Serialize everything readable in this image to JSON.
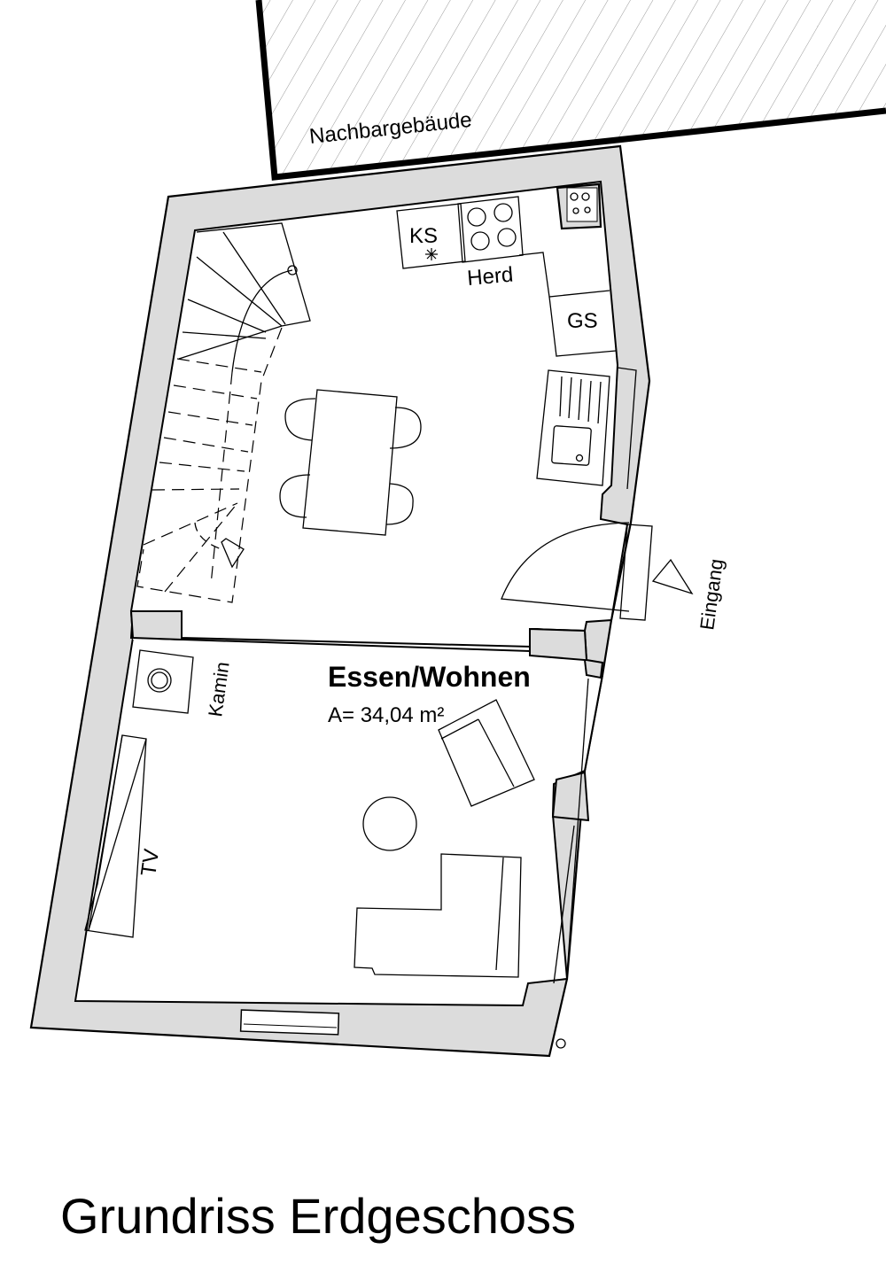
{
  "plan": {
    "neighbor_label": "Nachbargebäude",
    "fridge_label": "KS",
    "stove_label": "Herd",
    "dishwasher_label": "GS",
    "fireplace_label": "Kamin",
    "tv_label": "TV",
    "entrance_label": "Eingang",
    "room_name": "Essen/Wohnen",
    "room_area": "A= 34,04 m²"
  },
  "title": "Grundriss Erdgeschoss",
  "colors": {
    "wall_fill": "#dcdcdc",
    "line": "#000000"
  }
}
